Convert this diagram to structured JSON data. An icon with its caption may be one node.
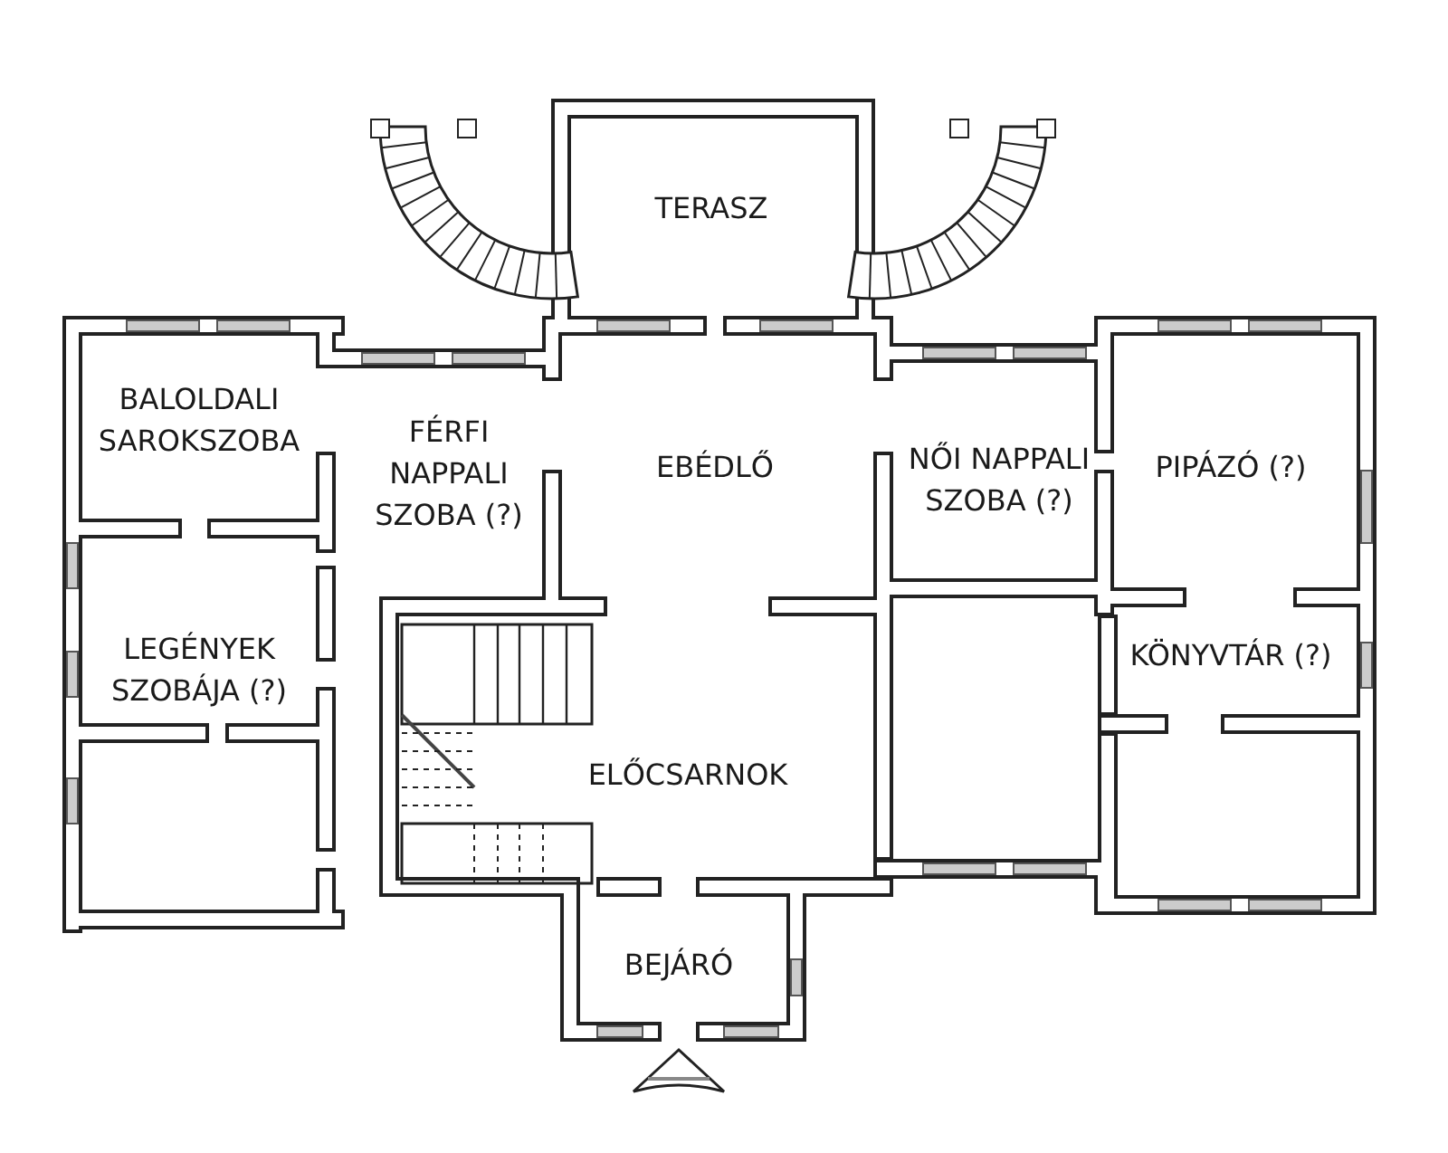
{
  "diagram": {
    "nodes": [
      {
        "text": [
          "TERASZ"
        ]
      },
      {
        "text": [
          "BALOLDALI SAROKSZOBA"
        ]
      },
      {
        "text": [
          "FÉRFI NAPPALI SZOBA (?)"
        ]
      },
      {
        "text": [
          "EBÉDLŐ"
        ]
      },
      {
        "text": [
          "NŐI NAPPALI SZOBA (?)"
        ]
      },
      {
        "text": [
          "PIPÁZÓ (?)"
        ]
      },
      {
        "text": [
          "LEGÉNYEK SZOBÁJA (?)"
        ]
      },
      {
        "text": [
          "KÖNYVTÁR (?)"
        ]
      },
      {
        "text": [
          "ELŐCSARNOK"
        ]
      },
      {
        "text": [
          "BEJÁRÓ"
        ]
      }
    ]
  }
}
